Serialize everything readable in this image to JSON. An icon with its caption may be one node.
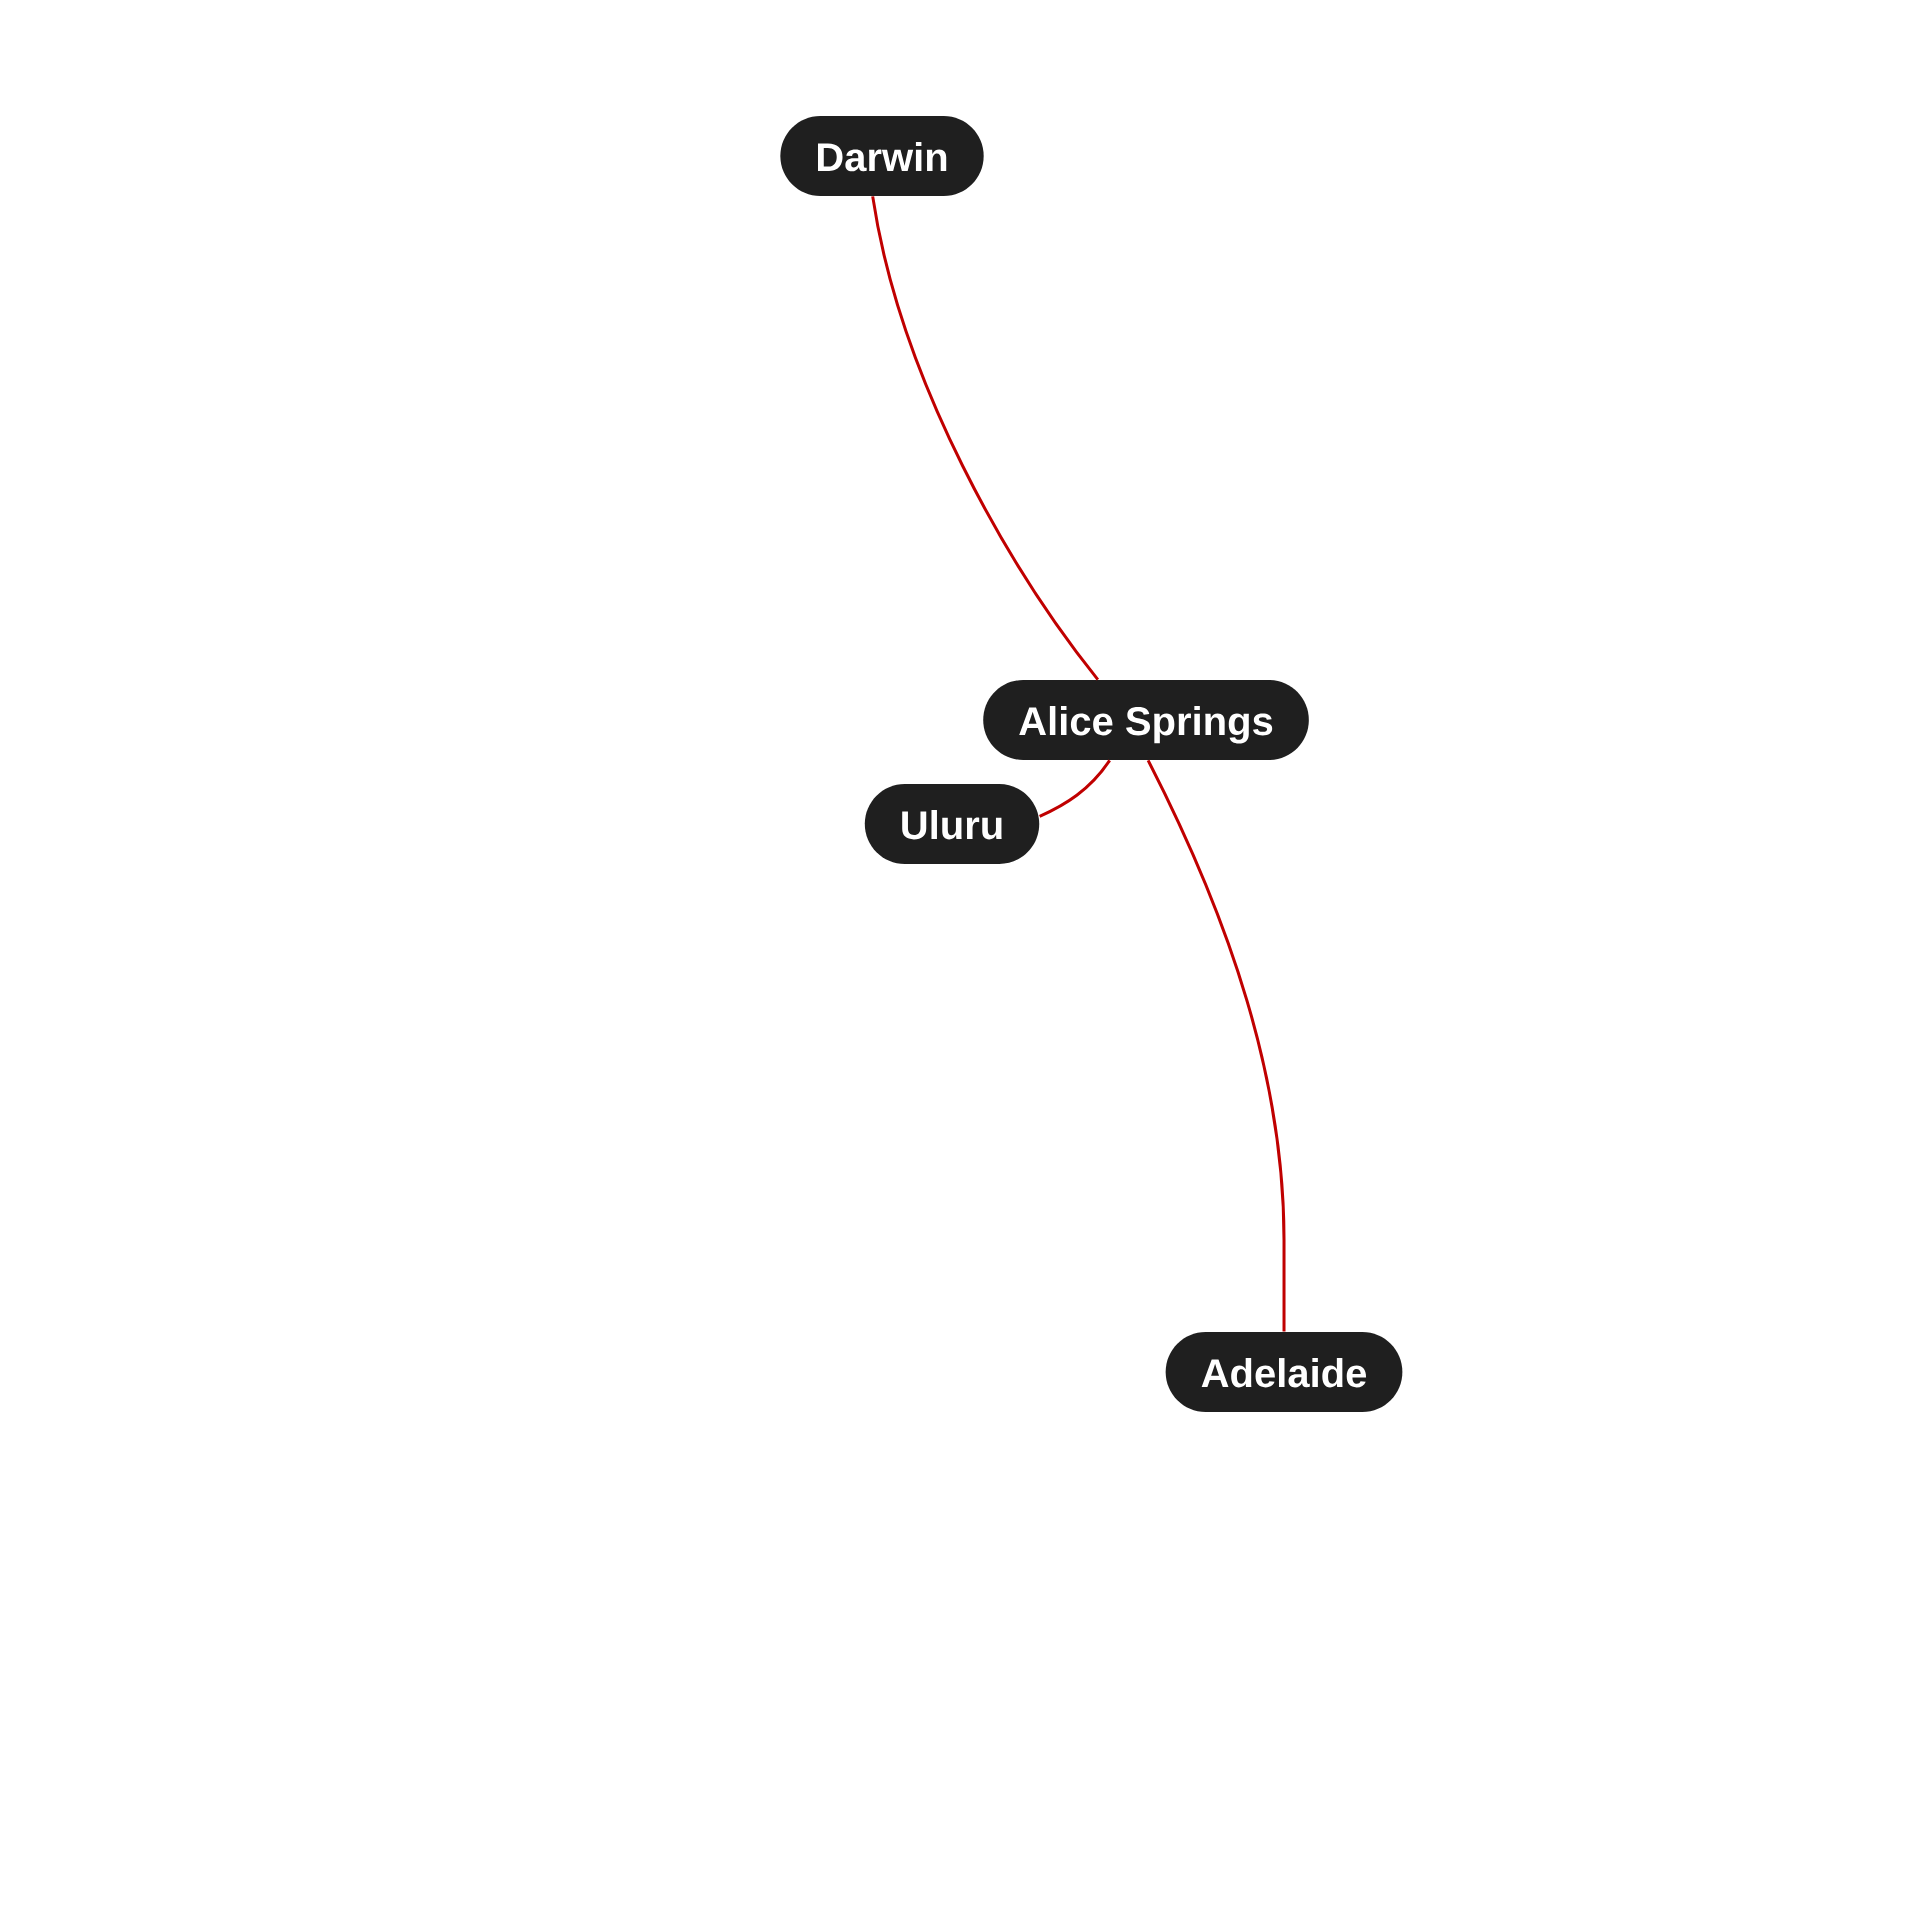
{
  "diagram": {
    "nodes": [
      {
        "text": [
          "Darwin"
        ]
      },
      {
        "text": [
          "Alice Springs"
        ]
      },
      {
        "text": [
          "Uluru"
        ]
      },
      {
        "text": [
          "Adelaide"
        ]
      }
    ],
    "edges": [
      {
        "from": 0,
        "to": 1,
        "arrow": "none"
      },
      {
        "from": 1,
        "to": 2,
        "arrow": "none"
      },
      {
        "from": 1,
        "to": 3,
        "arrow": "none"
      }
    ]
  }
}
